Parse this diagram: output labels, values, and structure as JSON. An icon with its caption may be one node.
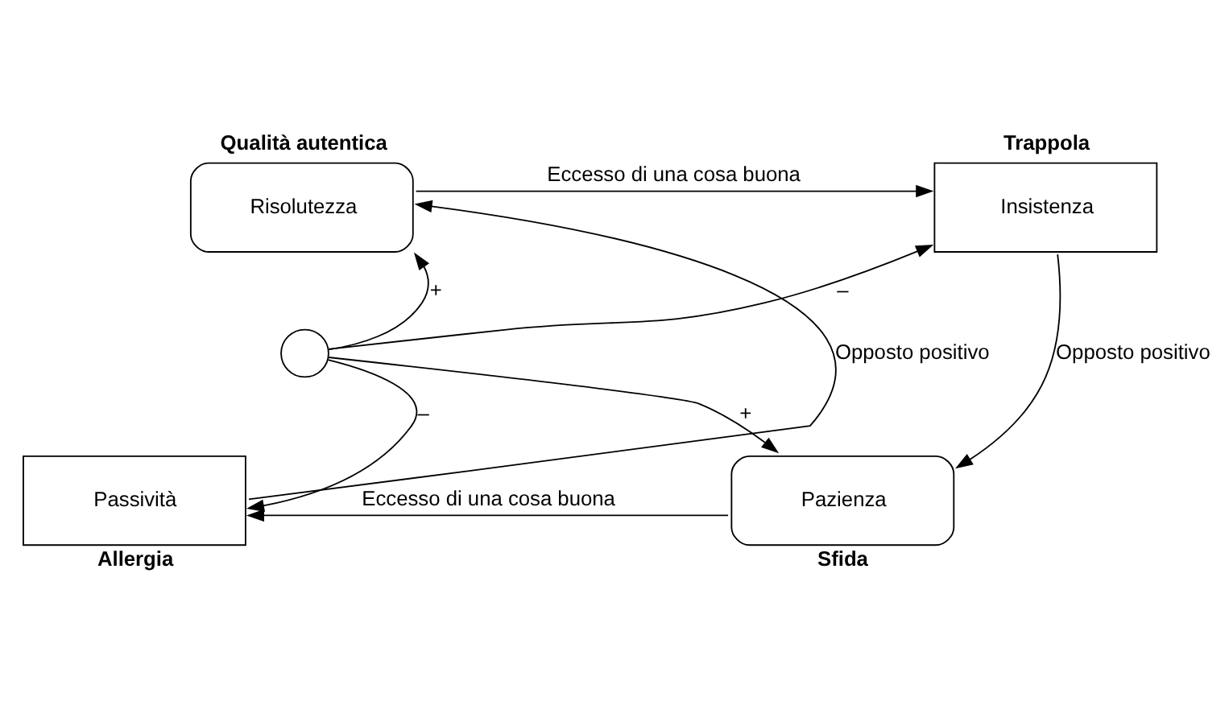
{
  "diagram": {
    "nodes": [
      {
        "text": [
          "Qualità autentica",
          "Risolutezza"
        ]
      },
      {
        "text": [
          "Trappola",
          "Insistenza"
        ]
      },
      {
        "text": [],
        "shape": "circle"
      },
      {
        "text": [
          "Passività",
          "Allergia"
        ]
      },
      {
        "text": [
          "Pazienza",
          "Sfida"
        ]
      }
    ],
    "edges": [
      {
        "from": 0,
        "to": 1,
        "arrow": "to",
        "label": "Eccesso di una cosa buona"
      },
      {
        "from": 1,
        "to": 4,
        "arrow": "to",
        "label": "Opposto positivo"
      },
      {
        "from": 4,
        "to": 3,
        "arrow": "to",
        "label": "Eccesso di una cosa buona"
      },
      {
        "from": 3,
        "to": 0,
        "arrow": "to",
        "label": "Opposto positivo"
      },
      {
        "from": 2,
        "to": 0,
        "arrow": "to",
        "label": "+"
      },
      {
        "from": 2,
        "to": 1,
        "arrow": "to",
        "label": "–"
      },
      {
        "from": 2,
        "to": 3,
        "arrow": "to",
        "label": "–"
      },
      {
        "from": 2,
        "to": 4,
        "arrow": "to",
        "label": "+"
      }
    ]
  }
}
